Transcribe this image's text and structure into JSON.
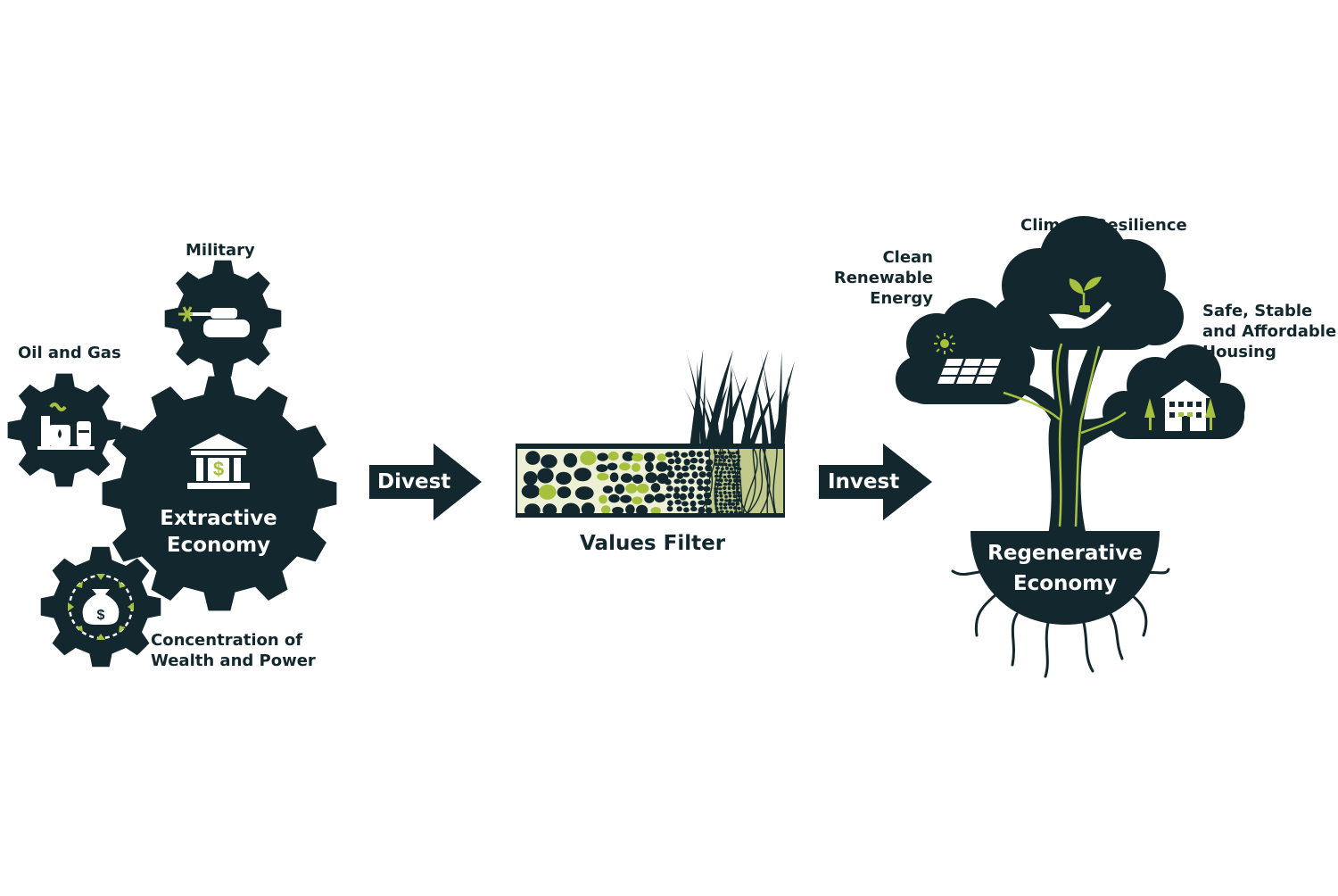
{
  "colors": {
    "dark": "#12272e",
    "green": "#a6c13d",
    "light_green": "#c1c98b",
    "pale": "#eef0d6",
    "white": "#ffffff"
  },
  "extractive": {
    "center_label": "Extractive\nEconomy",
    "military_label": "Military",
    "oil_gas_label": "Oil and Gas",
    "wealth_label": "Concentration of\nWealth and Power"
  },
  "flow": {
    "divest_label": "Divest",
    "filter_label": "Values Filter",
    "invest_label": "Invest"
  },
  "regenerative": {
    "center_label": "Regenerative\nEconomy",
    "climate_label": "Climate Resilience",
    "energy_label": "Clean\nRenewable\nEnergy",
    "housing_label": "Safe, Stable\nand Affordable\nHousing"
  },
  "icons": {
    "bank": "bank-icon",
    "tank": "tank-icon",
    "oil": "oil-refinery-icon",
    "money": "money-bag-icon",
    "sun": "sun-icon",
    "solar": "solar-panel-icon",
    "sprout": "sprout-in-hand-icon",
    "house": "house-icon"
  }
}
